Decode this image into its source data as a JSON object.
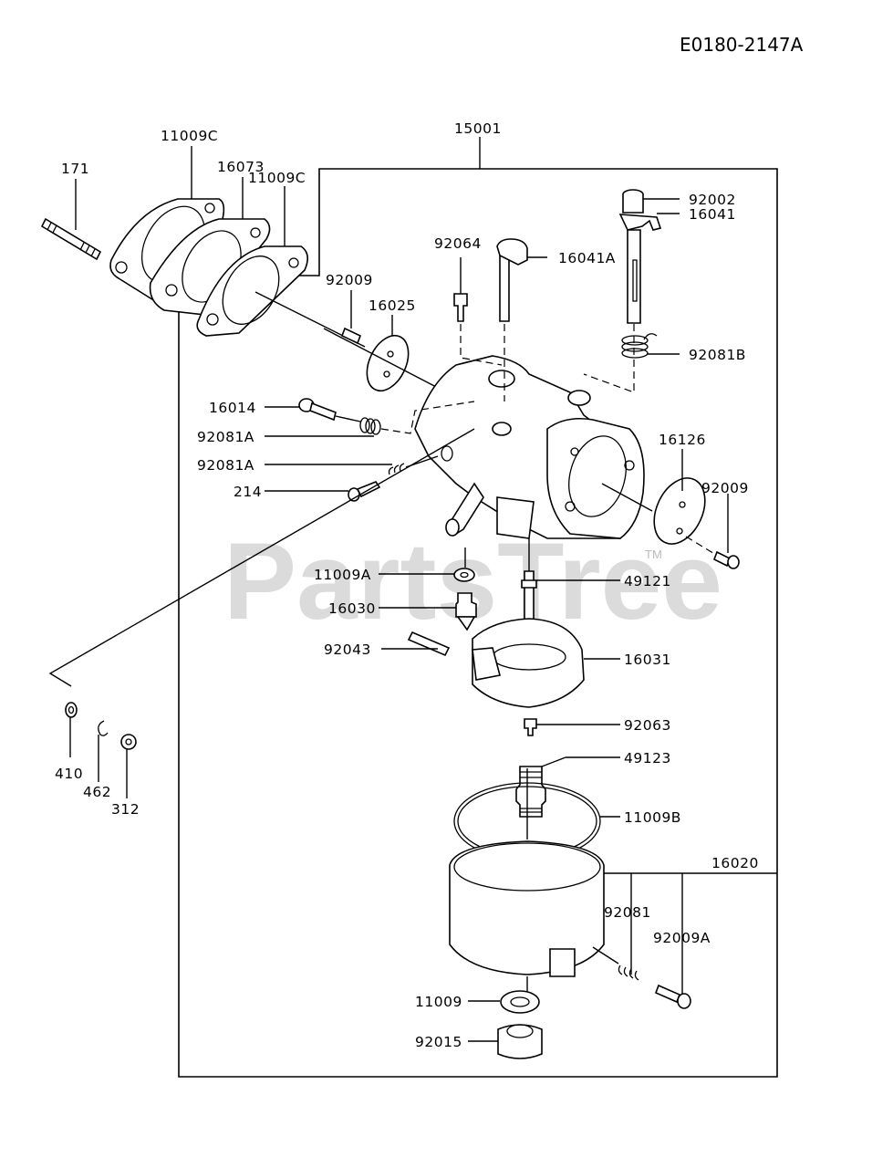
{
  "diagram": {
    "code": "E0180-2147A",
    "watermark": "PartsTree",
    "watermark_tm": "TM",
    "parts": {
      "p171": "171",
      "p11009C_a": "11009C",
      "p16073": "16073",
      "p11009C_b": "11009C",
      "p15001": "15001",
      "p92002": "92002",
      "p16041": "16041",
      "p92064": "92064",
      "p16041A": "16041A",
      "p92009_a": "92009",
      "p16025": "16025",
      "p92081B": "92081B",
      "p16014": "16014",
      "p92081A_a": "92081A",
      "p92081A_b": "92081A",
      "p214": "214",
      "p16126": "16126",
      "p92009_b": "92009",
      "p11009A": "11009A",
      "p49121": "49121",
      "p16030": "16030",
      "p92043": "92043",
      "p16031": "16031",
      "p92063": "92063",
      "p49123": "49123",
      "p11009B": "11009B",
      "p16020": "16020",
      "p92081": "92081",
      "p92009A": "92009A",
      "p11009": "11009",
      "p92015": "92015",
      "p410": "410",
      "p462": "462",
      "p312": "312"
    }
  }
}
